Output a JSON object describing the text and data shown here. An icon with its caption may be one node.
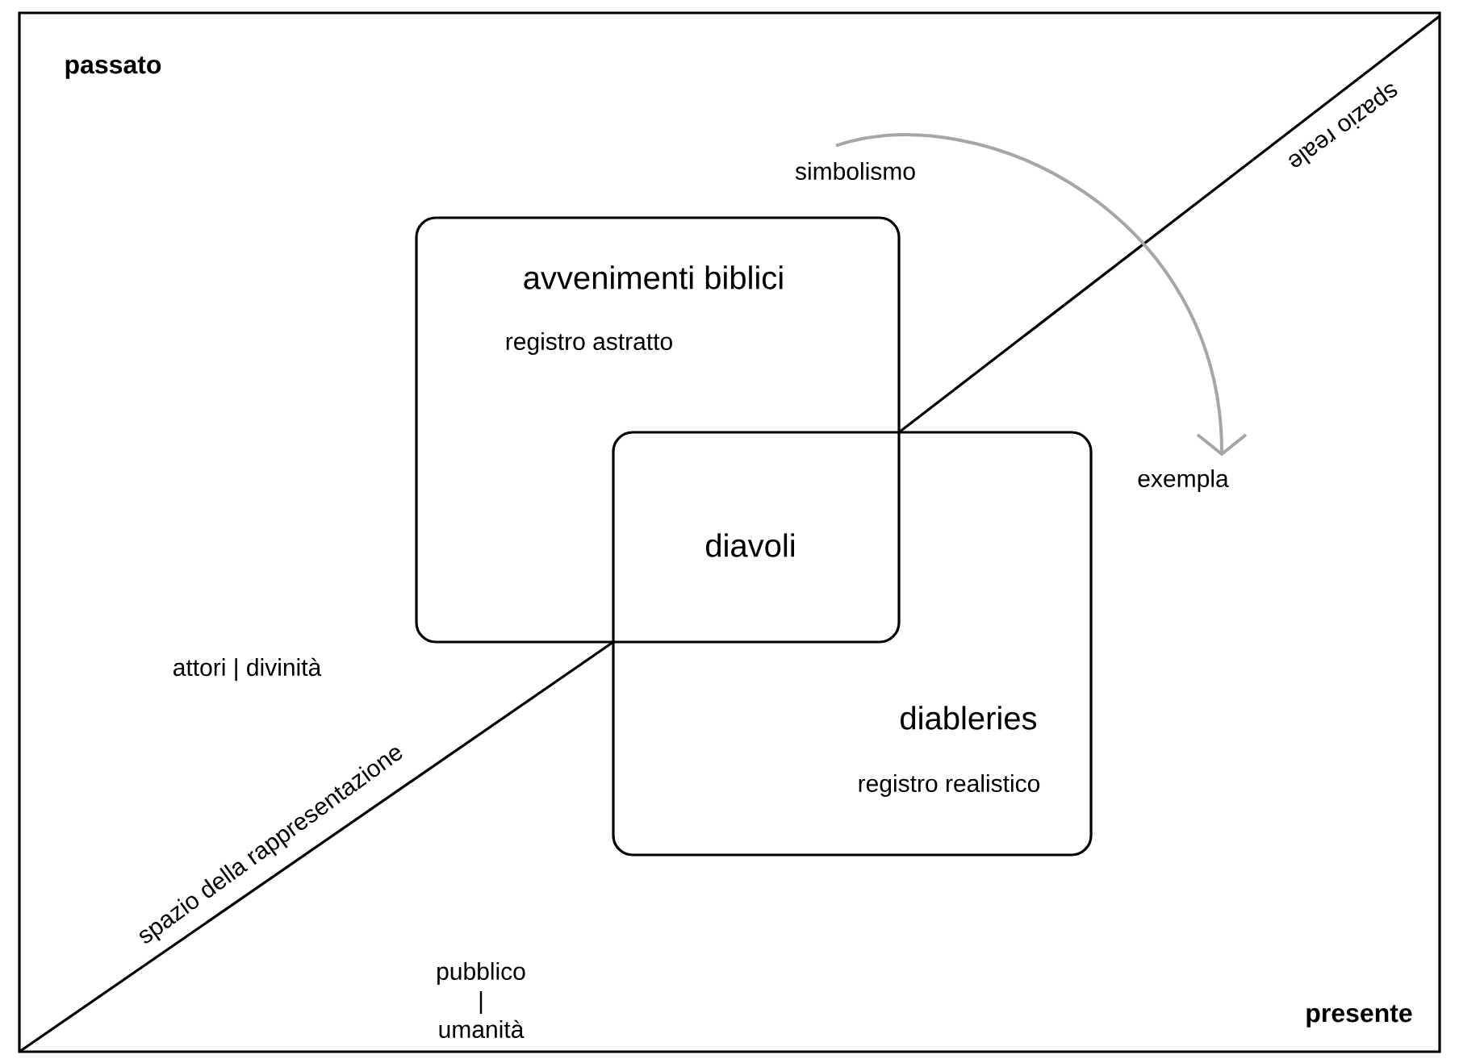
{
  "diagram": {
    "nodes": [
      {
        "text": [
          "avvenimenti biblici",
          "registro astratto"
        ]
      },
      {
        "text": [
          "diableries",
          "registro realistico"
        ]
      },
      {
        "text": [
          "simbolismo"
        ]
      },
      {
        "text": [
          "exempla"
        ]
      }
    ],
    "edges": [
      {
        "from": 2,
        "to": 3,
        "arrow": "to",
        "color": "#a6a6a6"
      }
    ],
    "labels": [
      "passato",
      "spazio reale",
      "diavoli",
      "attori | divinità",
      "spazio della rappresentazione",
      "pubblico | umanità",
      "presente"
    ]
  }
}
